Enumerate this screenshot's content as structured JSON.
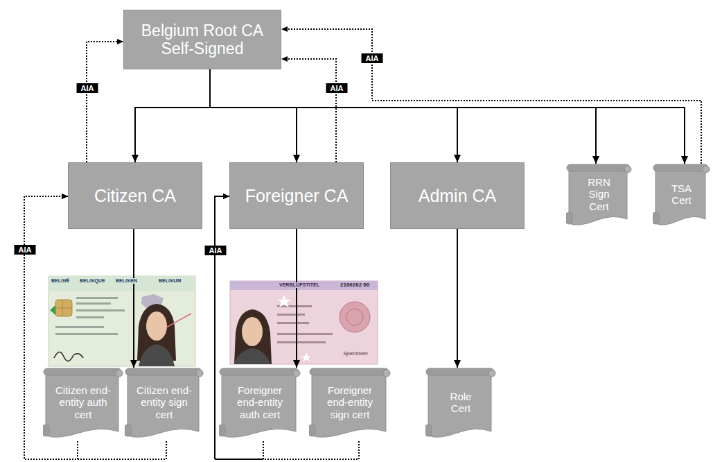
{
  "diagram": {
    "nodes": [
      {
        "text": [
          "Belgium Root CA Self-Signed"
        ]
      },
      {
        "text": [
          "Citizen CA"
        ]
      },
      {
        "text": [
          "Foreigner CA"
        ]
      },
      {
        "text": [
          "Admin CA"
        ]
      },
      {
        "text": [
          "RRN Sign Cert"
        ]
      },
      {
        "text": [
          "TSA Cert"
        ]
      },
      {
        "text": [
          "Citizen end-entity auth cert"
        ]
      },
      {
        "text": [
          "Citizen end-entity sign cert"
        ]
      },
      {
        "text": [
          "Foreigner end-entity auth cert"
        ]
      },
      {
        "text": [
          "Foreigner end-entity sign cert"
        ]
      },
      {
        "text": [
          "Role Cert"
        ]
      }
    ],
    "edges": [
      {
        "from": 0,
        "to": 1,
        "arrow": "to"
      },
      {
        "from": 0,
        "to": 2,
        "arrow": "to"
      },
      {
        "from": 0,
        "to": 3,
        "arrow": "to"
      },
      {
        "from": 0,
        "to": 4,
        "arrow": "to"
      },
      {
        "from": 0,
        "to": 5,
        "arrow": "to"
      },
      {
        "from": 1,
        "to": 7,
        "arrow": "to"
      },
      {
        "from": 2,
        "to": 8,
        "arrow": "to"
      },
      {
        "from": 3,
        "to": 10,
        "arrow": "to"
      },
      {
        "from": 1,
        "to": 0,
        "label": "AIA",
        "arrow": "to"
      },
      {
        "from": 2,
        "to": 0,
        "label": "AIA",
        "arrow": "to"
      },
      {
        "from": 5,
        "to": 0,
        "label": "AIA",
        "arrow": "to"
      },
      {
        "from": 6,
        "to": 1,
        "label": "AIA",
        "arrow": "to"
      },
      {
        "from": 7,
        "to": 1,
        "arrow": "to"
      },
      {
        "from": 8,
        "to": 2,
        "label": "AIA",
        "arrow": "to"
      },
      {
        "from": 9,
        "to": 2,
        "arrow": "to"
      }
    ],
    "labels": [
      "BELGIË",
      "BELGIQUE",
      "BELGIEN",
      "BELGIUM",
      "VERBLIJFSTITEL",
      "2100262 00",
      "Specimen"
    ]
  }
}
